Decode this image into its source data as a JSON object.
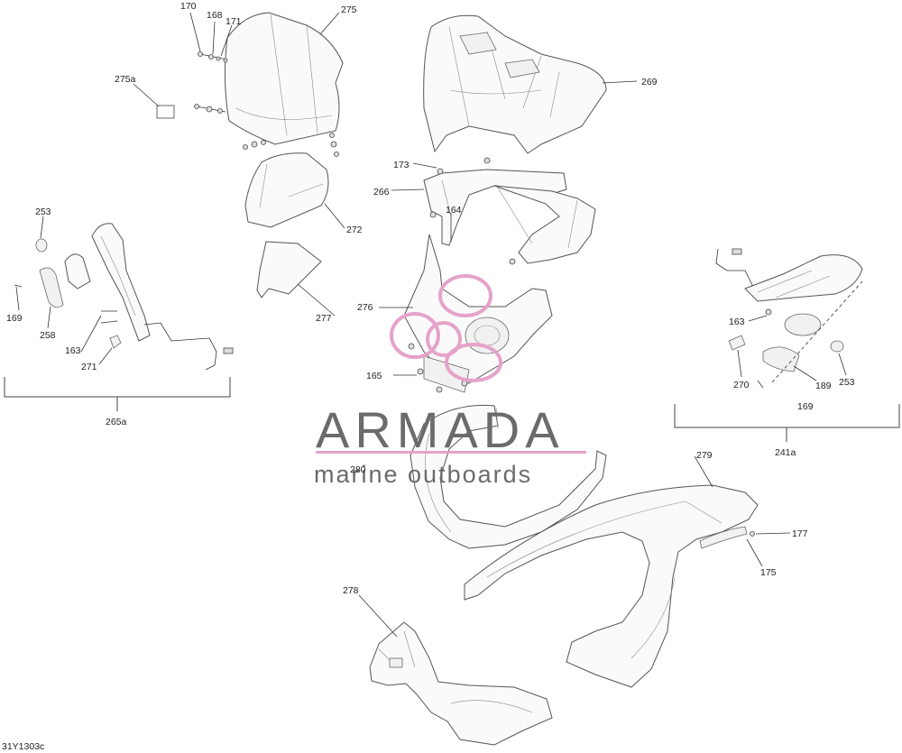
{
  "callouts": {
    "c170": "170",
    "c168": "168",
    "c171": "171",
    "c275": "275",
    "c275a": "275a",
    "c269": "269",
    "c173": "173",
    "c266": "266",
    "c164": "164",
    "c272": "272",
    "c253a": "253",
    "c169a": "169",
    "c258": "258",
    "c163a": "163",
    "c271": "271",
    "c277": "277",
    "c276": "276",
    "c165": "165",
    "c265a": "265a",
    "c163b": "163",
    "c270": "270",
    "c189": "189",
    "c253b": "253",
    "c169b": "169",
    "c241a": "241a",
    "c279": "279",
    "c280": "280",
    "c177": "177",
    "c175": "175",
    "c278": "278"
  },
  "watermark": {
    "brand": "ARMADA",
    "tagline": "marine outboards",
    "logo_color": "#e5a3c9"
  },
  "drawing_code": "31Y1303c"
}
